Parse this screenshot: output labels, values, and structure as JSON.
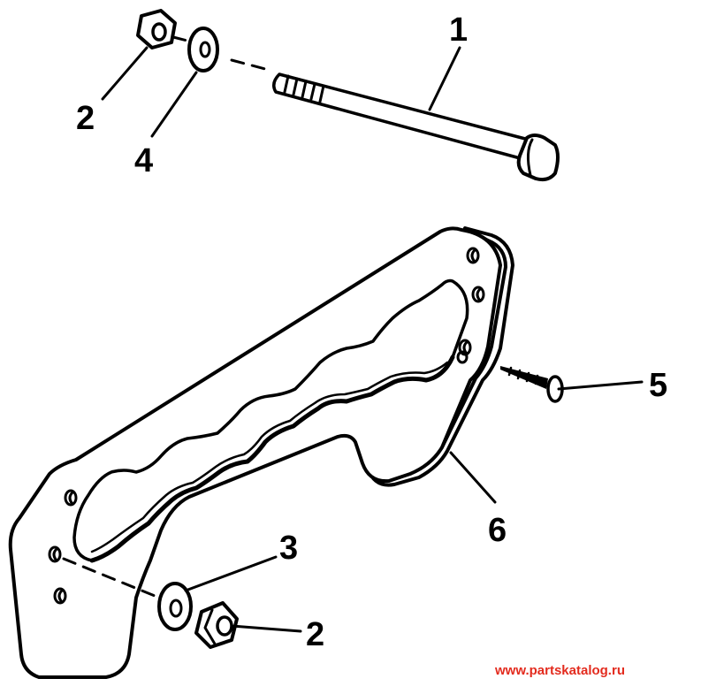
{
  "callouts": [
    {
      "id": "1",
      "label": "1",
      "part": "bolt"
    },
    {
      "id": "2a",
      "label": "2",
      "part": "nut-top"
    },
    {
      "id": "4",
      "label": "4",
      "part": "washer-top"
    },
    {
      "id": "5",
      "label": "5",
      "part": "screw"
    },
    {
      "id": "6",
      "label": "6",
      "part": "bracket-plate"
    },
    {
      "id": "3",
      "label": "3",
      "part": "washer-bottom"
    },
    {
      "id": "2b",
      "label": "2",
      "part": "nut-bottom"
    }
  ],
  "watermark": "www.partskatalog.ru",
  "colors": {
    "ink": "#000000",
    "watermark": "#e32b1e",
    "background": "#ffffff"
  }
}
